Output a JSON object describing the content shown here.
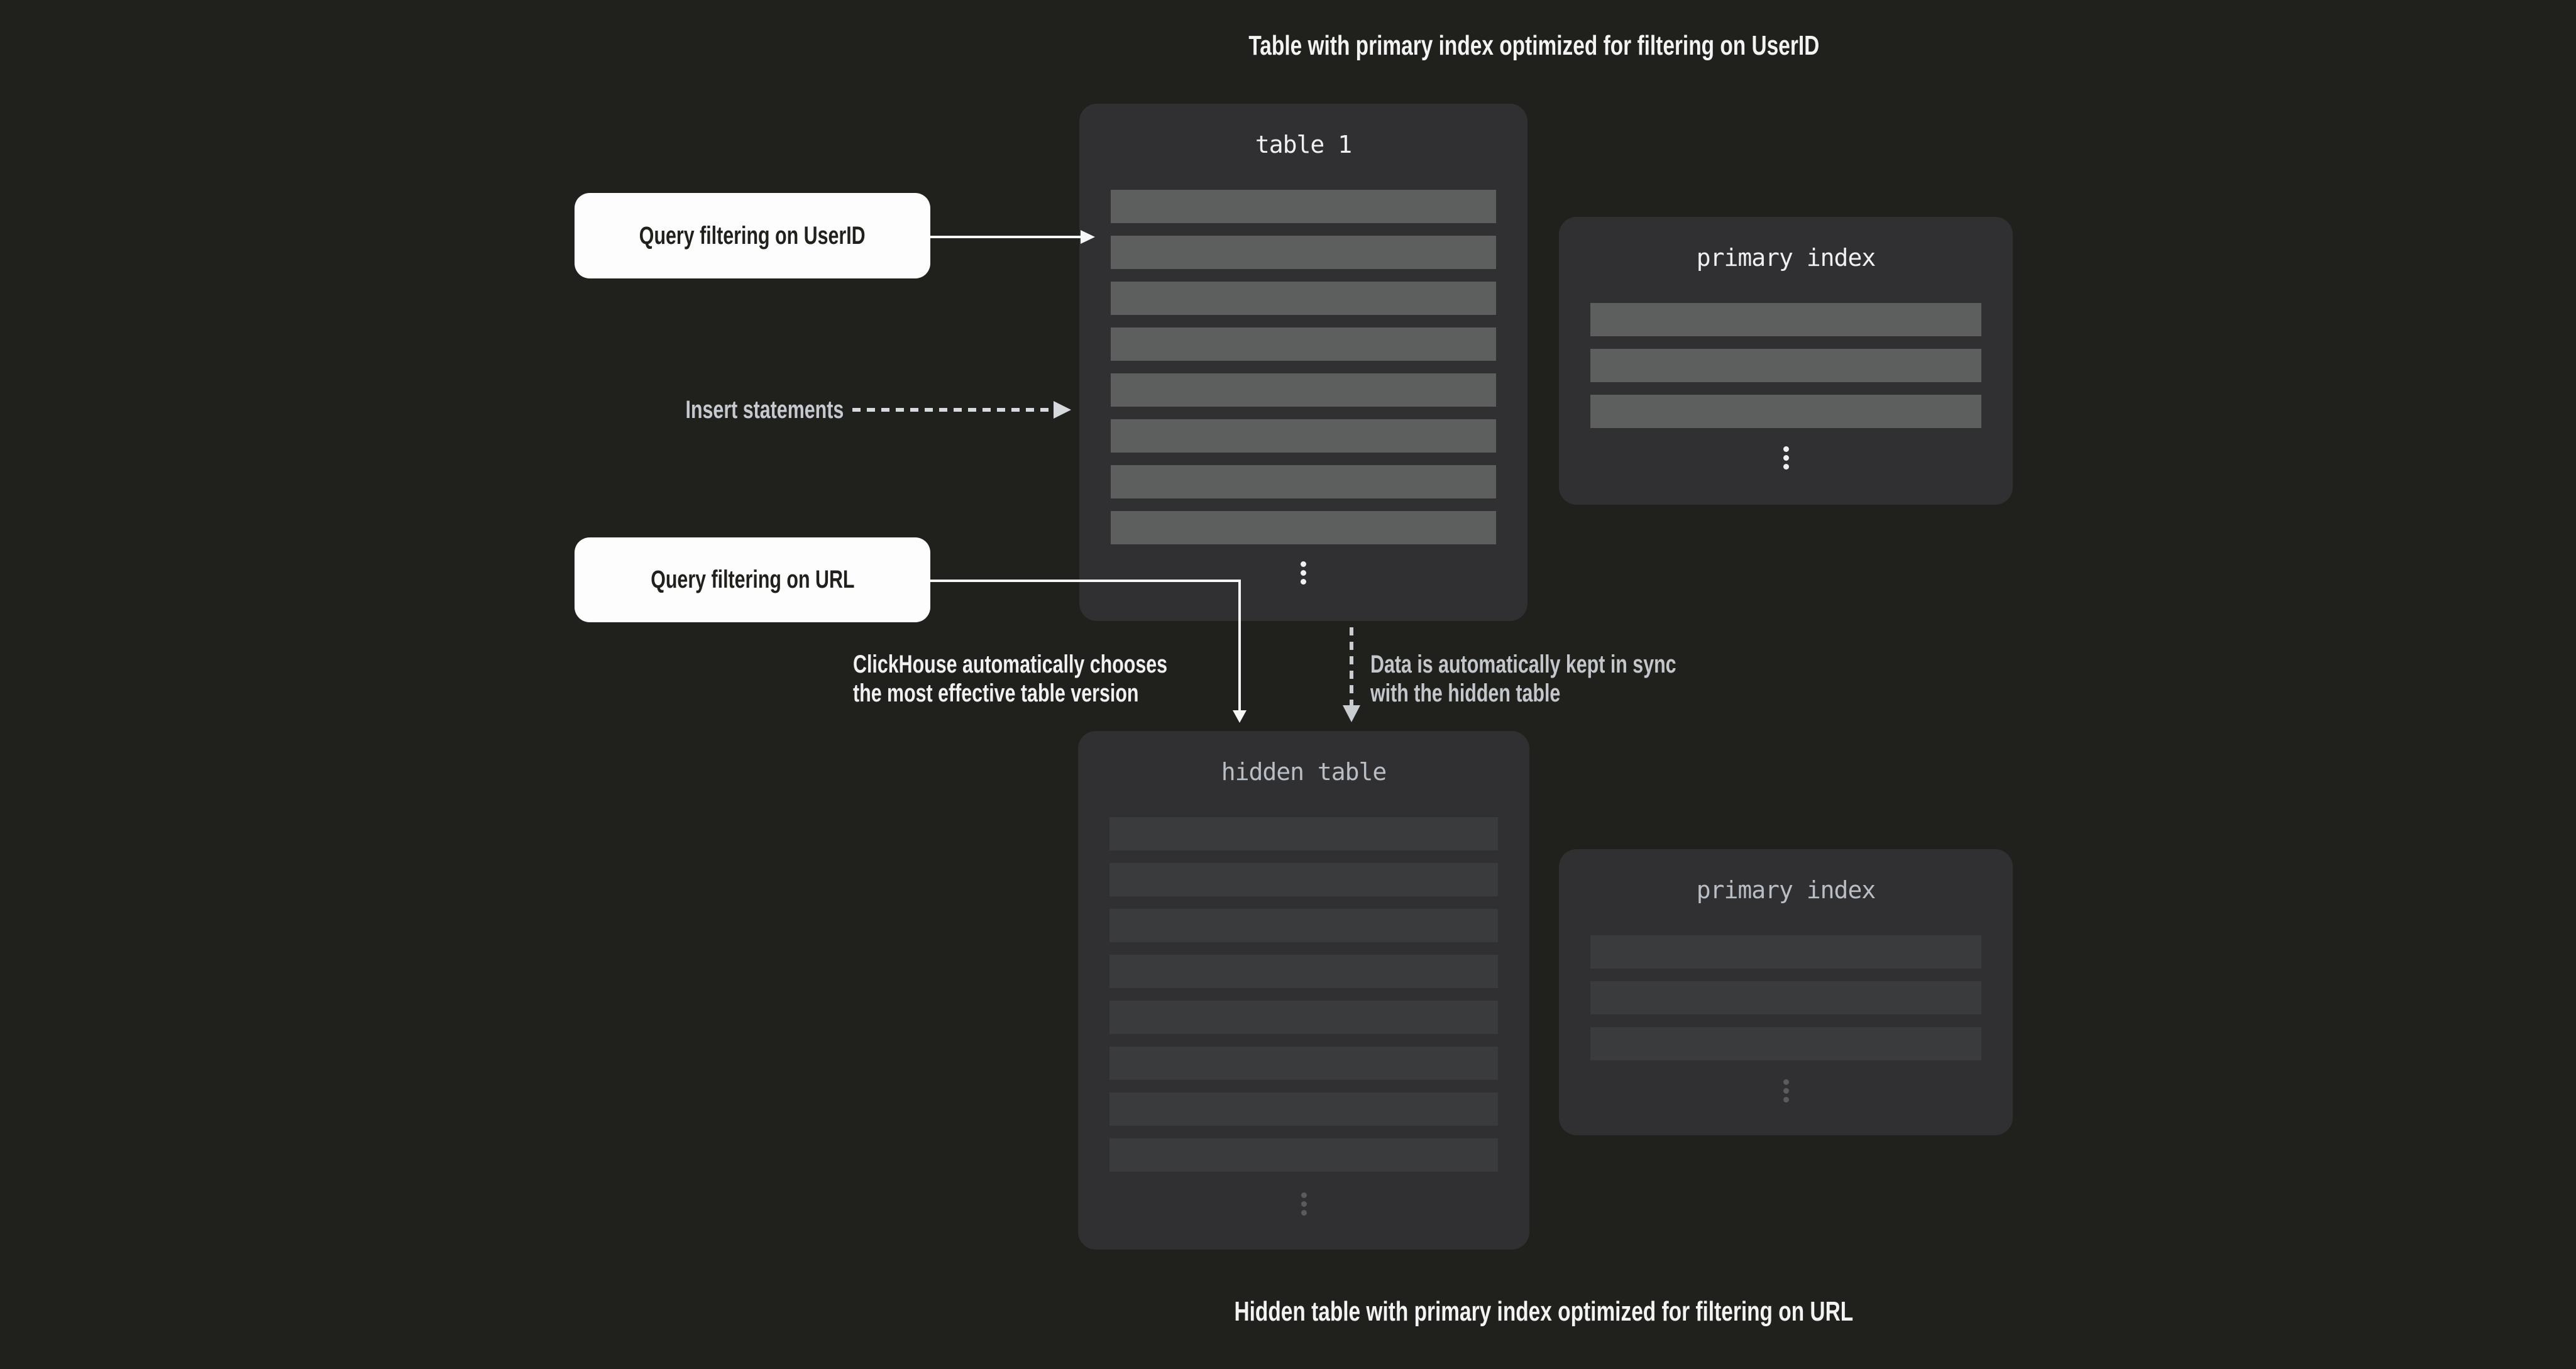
{
  "colors": {
    "background": "#20211c",
    "panel": "#303032",
    "row_bright": "#5d5e5e",
    "row_dim": "#3a3b3c",
    "title_bright": "#eef0f1",
    "title_dim": "#b9bec4",
    "caption": "#f2f3f3",
    "note_bright": "#f0f1f2",
    "note_dim": "#c3c7cc",
    "label_gray": "#c6cad0",
    "white_box_bg": "#fdfdfd",
    "white_box_text": "#21201c",
    "arrow_white": "#f5f6f6",
    "arrow_gray": "#c9ccd1",
    "dash_light": "#d6d9dd"
  },
  "captions": {
    "top": "Table with primary index optimized for filtering on UserID",
    "bottom": "Hidden table with primary index optimized for filtering on URL"
  },
  "labels": {
    "query_userid": "Query filtering on UserID",
    "insert_statements": "Insert statements",
    "query_url": "Query filtering on URL"
  },
  "notes": {
    "clickhouse": {
      "line1": "ClickHouse automatically chooses",
      "line2": "the most effective table version"
    },
    "sync": {
      "line1": "Data is automatically kept in sync",
      "line2": "with the hidden table"
    }
  },
  "panels": {
    "table1": {
      "title": "table 1",
      "row_count": 8
    },
    "primary_index_top": {
      "title": "primary index",
      "row_count": 3
    },
    "hidden_table": {
      "title": "hidden table",
      "row_count": 8
    },
    "primary_index_bottom": {
      "title": "primary index",
      "row_count": 3
    }
  },
  "icons": {
    "vertical_ellipsis": "⋮"
  }
}
